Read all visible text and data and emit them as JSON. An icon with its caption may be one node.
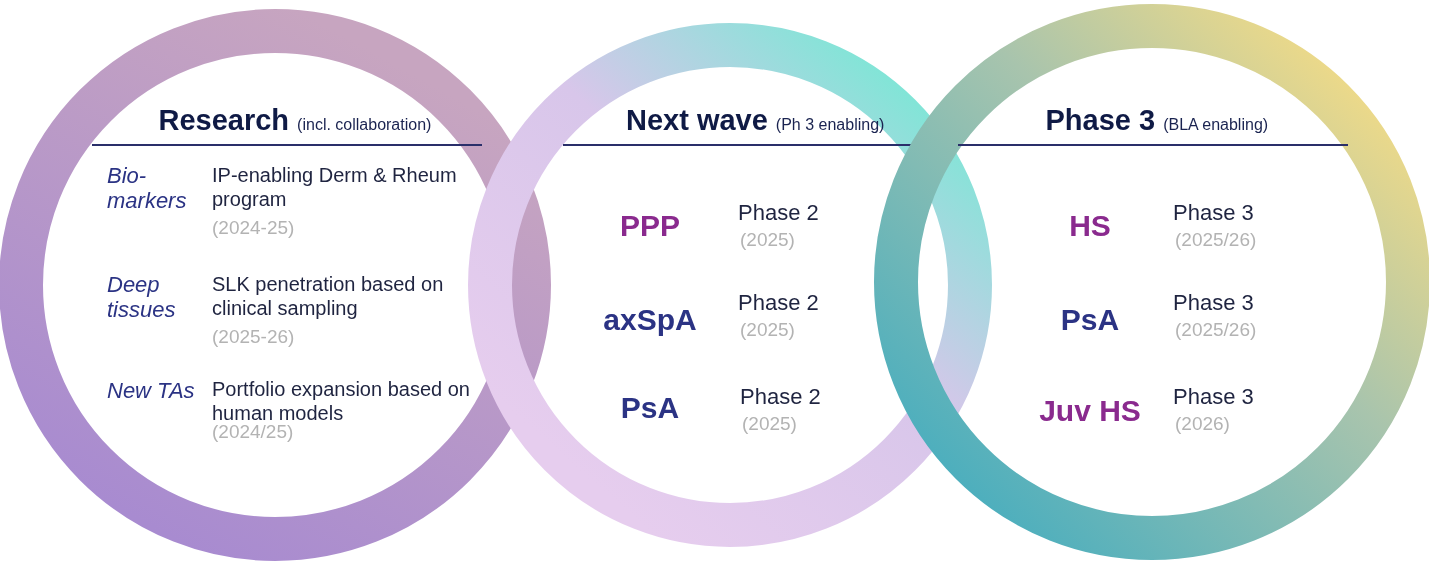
{
  "diagram": {
    "nodes": [
      {
        "text": [
          "Research",
          "(incl. collaboration)"
        ]
      },
      {
        "text": [
          "Next wave",
          "(Ph 3 enabling)"
        ]
      },
      {
        "text": [
          "Phase 3",
          "(BLA enabling)"
        ]
      }
    ],
    "labels": [
      "Bio- markers",
      "IP-enabling Derm & Rheum program",
      "(2024-25)",
      "Deep tissues",
      "SLK penetration based on clinical sampling",
      "(2025-26)",
      "New TAs",
      "Portfolio expansion based on human models",
      "(2024/25)",
      "PPP",
      "Phase 2",
      "(2025)",
      "axSpA",
      "Phase 2",
      "(2025)",
      "PsA",
      "Phase 2",
      "(2025)",
      "HS",
      "Phase 3",
      "(2025/26)",
      "PsA",
      "Phase 3",
      "(2025/26)",
      "Juv HS",
      "Phase 3",
      "(2026)"
    ]
  }
}
